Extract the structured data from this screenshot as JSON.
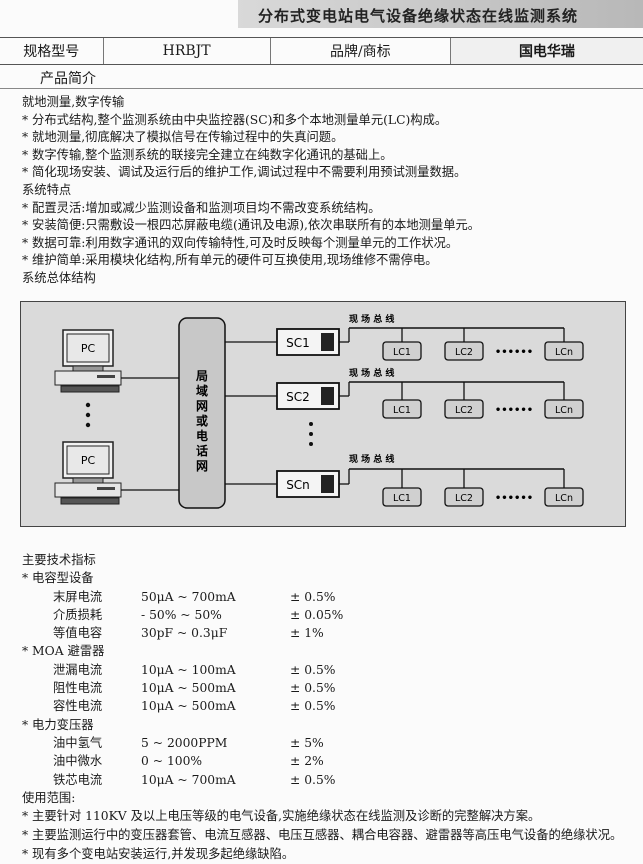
{
  "header": {
    "title": "分布式变电站电气设备绝缘状态在线监测系统"
  },
  "spec_table": {
    "model_label": "规格型号",
    "model_value": "HRBJT",
    "brand_label": "品牌/商标",
    "brand_value": "国电华瑞"
  },
  "intro_label": "产品简介",
  "paragraphs": [
    "就地测量,数字传输",
    "* 分布式结构,整个监测系统由中央监控器(SC)和多个本地测量单元(LC)构成。",
    "* 就地测量,彻底解决了模拟信号在传输过程中的失真问题。",
    "* 数字传输,整个监测系统的联接完全建立在纯数字化通讯的基础上。",
    "* 简化现场安装、调试及运行后的维护工作,调试过程中不需要利用预试测量数据。",
    "系统特点",
    "* 配置灵活:增加或减少监测设备和监测项目均不需改变系统结构。",
    "* 安装简便:只需敷设一根四芯屏蔽电缆(通讯及电源),依次串联所有的本地测量单元。",
    "* 数据可靠:利用数字通讯的双向传输特性,可及时反映每个测量单元的工作状况。",
    "* 维护简单:采用模块化结构,所有单元的硬件可互换使用,现场维修不需停电。",
    "系统总体结构"
  ],
  "diagram": {
    "pc_label": "PC",
    "network_label": [
      "局",
      "域",
      "网",
      "或",
      "电",
      "话",
      "网"
    ],
    "bus_label": "现 场 总 线",
    "sc_labels": [
      "SC1",
      "SC2",
      "SCn"
    ],
    "lc_labels": [
      "LC1",
      "LC2",
      "LCn"
    ],
    "ellipsis_h": "••••••",
    "ellipsis_v": "•"
  },
  "tech": {
    "title": "主要技术指标",
    "groups": [
      {
        "name": "* 电容型设备",
        "rows": [
          {
            "param": "末屏电流",
            "range": "50μA ~ 700mA",
            "acc": "± 0.5%"
          },
          {
            "param": "介质损耗",
            "range": "- 50% ~ 50%",
            "acc": "± 0.05%"
          },
          {
            "param": "等值电容",
            "range": "30pF ~ 0.3μF",
            "acc": "± 1%"
          }
        ]
      },
      {
        "name": "* MOA 避雷器",
        "rows": [
          {
            "param": "泄漏电流",
            "range": "10μA ~ 100mA",
            "acc": "± 0.5%"
          },
          {
            "param": "阻性电流",
            "range": "10μA ~ 500mA",
            "acc": "± 0.5%"
          },
          {
            "param": "容性电流",
            "range": "10μA ~ 500mA",
            "acc": "± 0.5%"
          }
        ]
      },
      {
        "name": "* 电力变压器",
        "rows": [
          {
            "param": "油中氢气",
            "range": "5 ~ 2000PPM",
            "acc": "± 5%"
          },
          {
            "param": "油中微水",
            "range": "0 ~ 100%",
            "acc": "± 2%"
          },
          {
            "param": "铁芯电流",
            "range": "10μA ~ 700mA",
            "acc": "± 0.5%"
          }
        ]
      }
    ]
  },
  "scope": {
    "title": "使用范围:",
    "items": [
      "* 主要针对 110KV 及以上电压等级的电气设备,实施绝缘状态在线监测及诊断的完整解决方案。",
      "* 主要监测运行中的变压器套管、电流互感器、电压互感器、耦合电容器、避雷器等高压电气设备的绝缘状况。",
      "* 现有多个变电站安装运行,并发现多起绝缘缺陷。"
    ]
  }
}
